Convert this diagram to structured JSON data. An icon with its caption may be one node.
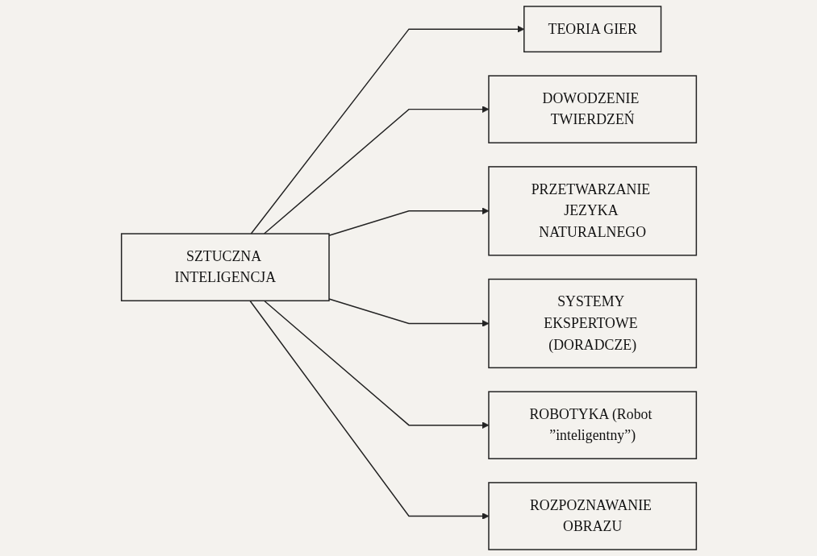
{
  "diagram": {
    "nodes": [
      {
        "text": [
          "SZTUCZNA INTELIGENCJA"
        ]
      },
      {
        "text": [
          "TEORIA GIER"
        ]
      },
      {
        "text": [
          "DOWODZENIE TWIERDZEŃ"
        ]
      },
      {
        "text": [
          "PRZETWARZANIE JEZYKA NATURALNEGO"
        ]
      },
      {
        "text": [
          "SYSTEMY EKSPERTOWE (DORADCZE)"
        ]
      },
      {
        "text": [
          "ROBOTYKA (Robot ”inteligentny”)"
        ]
      },
      {
        "text": [
          "ROZPOZNAWANIE OBRAZU"
        ]
      }
    ],
    "edges": [
      {
        "from": 0,
        "to": 1,
        "arrow": "to"
      },
      {
        "from": 0,
        "to": 2,
        "arrow": "to"
      },
      {
        "from": 0,
        "to": 3,
        "arrow": "to"
      },
      {
        "from": 0,
        "to": 4,
        "arrow": "to"
      },
      {
        "from": 0,
        "to": 5,
        "arrow": "to"
      },
      {
        "from": 0,
        "to": 6,
        "arrow": "to"
      }
    ]
  }
}
